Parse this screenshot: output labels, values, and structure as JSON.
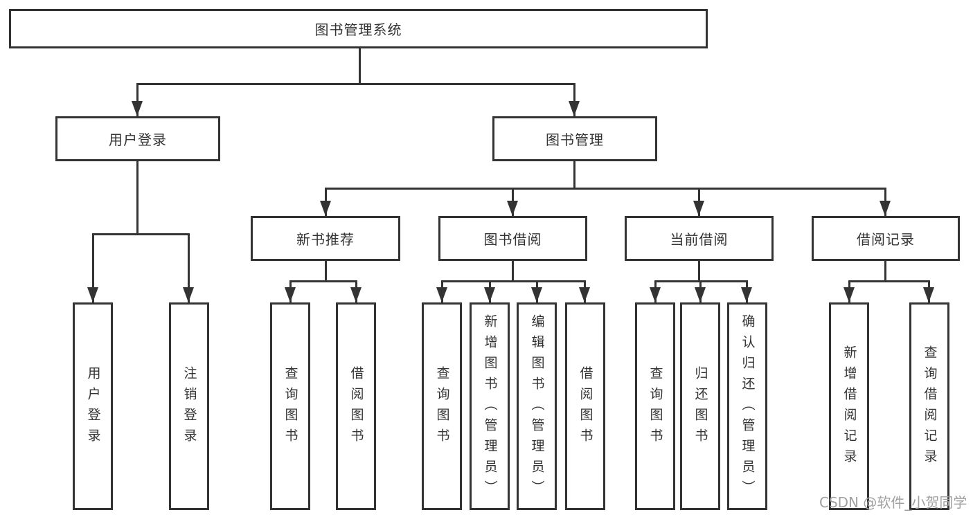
{
  "diagram": {
    "type": "hierarchy-tree",
    "levels": 3,
    "background_color": "#ffffff",
    "line_color": "#333333",
    "text_color": "#333333",
    "watermark_color": "#a0a0a0"
  },
  "nodes": {
    "root": {
      "label": "图书管理系统"
    },
    "user_login": {
      "label": "用户登录"
    },
    "book_mgmt": {
      "label": "图书管理"
    },
    "new_book_rec": {
      "label": "新书推荐"
    },
    "book_borrow": {
      "label": "图书借阅"
    },
    "current_borrow": {
      "label": "当前借阅"
    },
    "borrow_records": {
      "label": "借阅记录"
    },
    "leaf_user_login": {
      "label": "用户登录"
    },
    "leaf_logout": {
      "label": "注销登录"
    },
    "leaf_rec_query": {
      "label": "查询图书"
    },
    "leaf_rec_borrow": {
      "label": "借阅图书"
    },
    "leaf_bb_query": {
      "label": "查询图书"
    },
    "leaf_bb_add": {
      "label": "新增图书（管理员）"
    },
    "leaf_bb_edit": {
      "label": "编辑图书（管理员）"
    },
    "leaf_bb_borrow": {
      "label": "借阅图书"
    },
    "leaf_cb_query": {
      "label": "查询图书"
    },
    "leaf_cb_return": {
      "label": "归还图书"
    },
    "leaf_cb_confirm": {
      "label": "确认归还（管理员）"
    },
    "leaf_br_add": {
      "label": "新增借阅记录"
    },
    "leaf_br_query": {
      "label": "查询借阅记录"
    }
  },
  "watermark": {
    "text": "CSDN @软件_小贺同学"
  }
}
